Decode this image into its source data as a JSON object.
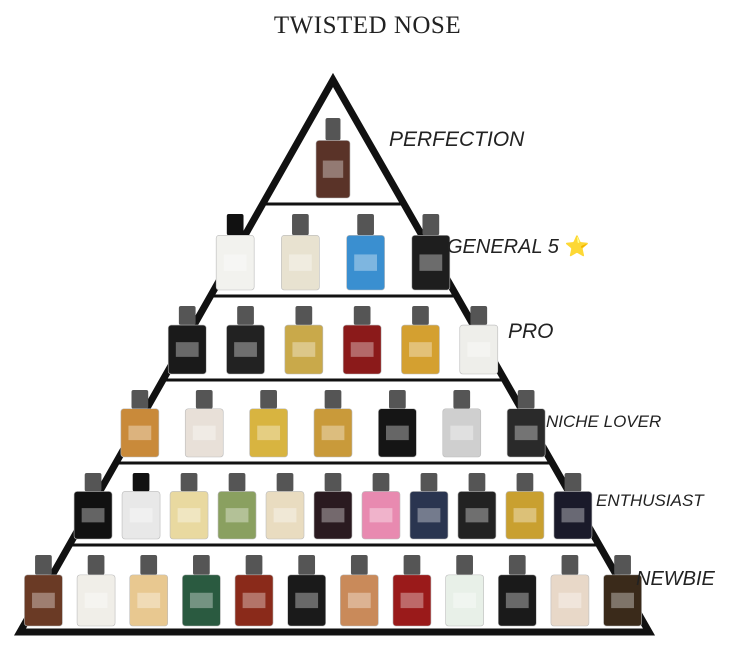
{
  "title": "TWISTED NOSE",
  "tiers": [
    {
      "label": "PERFECTION",
      "bottles": [
        "#5a3328"
      ]
    },
    {
      "label": "GENERAL 5",
      "star": "⭐",
      "bottles": [
        "#f2f2ee",
        "#e8e2d0",
        "#3a8fd0",
        "#1e1e1e"
      ]
    },
    {
      "label": "PRO",
      "bottles": [
        "#1a1a1a",
        "#222222",
        "#c9a94a",
        "#8b1a1a",
        "#d4a030",
        "#eeeeea"
      ]
    },
    {
      "label": "NICHE LOVER",
      "bottles": [
        "#c98a3a",
        "#e8e0d8",
        "#d8b440",
        "#c99a3a",
        "#151515",
        "#cfcfcf",
        "#2a2a2a"
      ]
    },
    {
      "label": "ENTHUSIAST",
      "bottles": [
        "#111111",
        "#e8e8e8",
        "#e9d9a0",
        "#8aa060",
        "#e9dcc0",
        "#2a1a20",
        "#e88ab0",
        "#2a3550",
        "#222222",
        "#c9a030",
        "#1a1a2a"
      ]
    },
    {
      "label": "NEWBIE",
      "bottles": [
        "#6a3a25",
        "#f0eee8",
        "#e8c890",
        "#2a5a40",
        "#8a2a1a",
        "#1a1a1a",
        "#c98a5a",
        "#9a1a1a",
        "#e8f0e8",
        "#1a1a1a",
        "#e8d8c8",
        "#3a2a1a"
      ]
    }
  ]
}
